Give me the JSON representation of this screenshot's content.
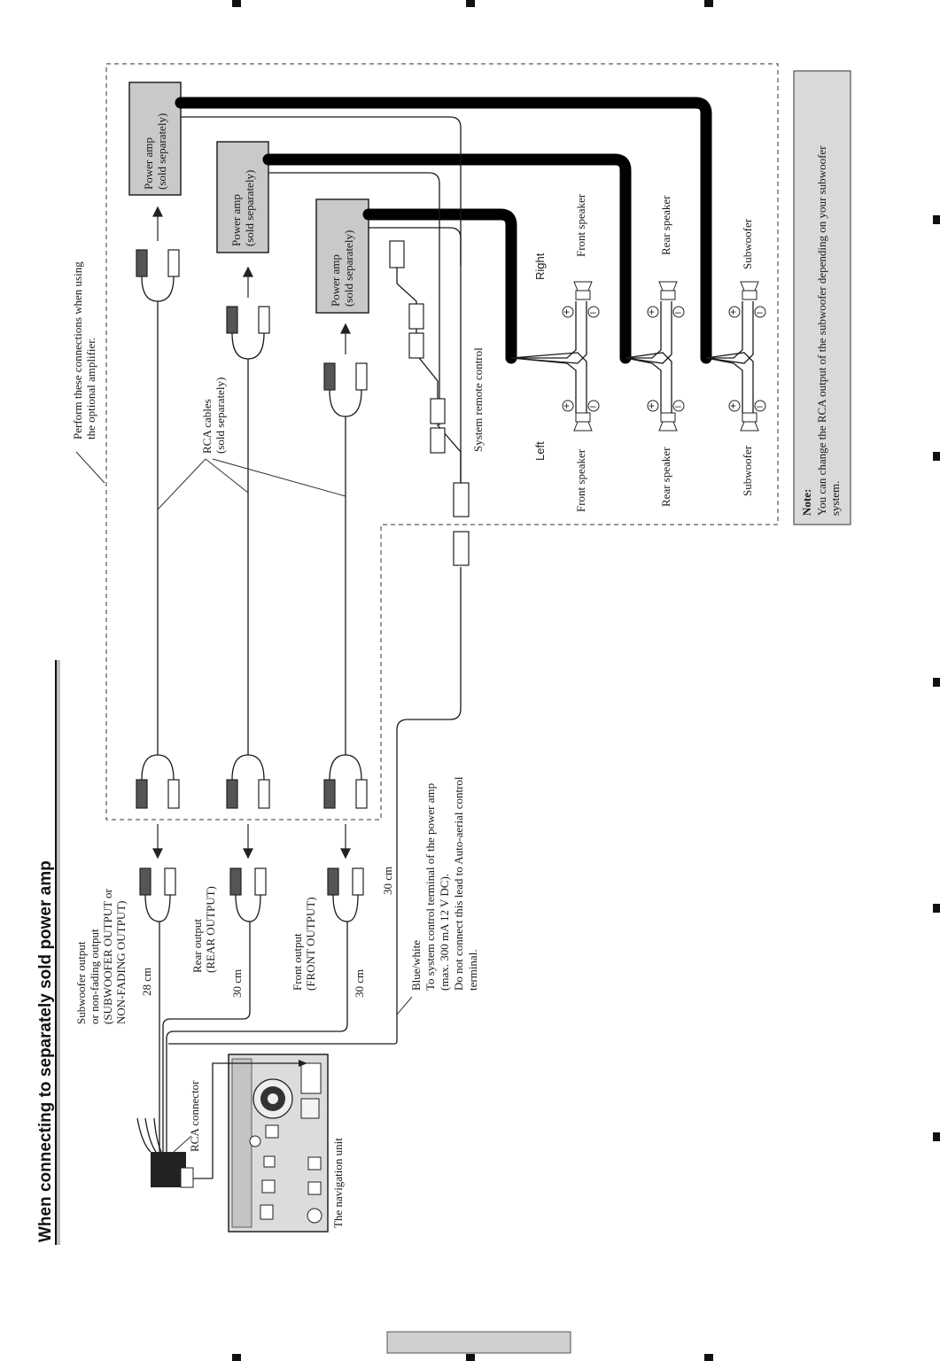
{
  "heading": "When connecting to separately sold power amp",
  "optional_note": [
    "Perform these connections when using",
    "the optional amplifier."
  ],
  "power_amp": [
    "Power amp",
    "(sold separately)"
  ],
  "rca_cables": [
    "RCA cables",
    "(sold separately)"
  ],
  "system_remote_control": "System remote control",
  "right": "Right",
  "left": "Left",
  "front_speaker": "Front speaker",
  "rear_speaker": "Rear speaker",
  "subwoofer": "Subwoofer",
  "note": {
    "title": "Note:",
    "lines": [
      "You can change the RCA output of the subwoofer depending on your subwoofer",
      "system."
    ]
  },
  "outputs": {
    "sub": [
      "Subwoofer output",
      "or non-fading output",
      "(SUBWOOFER OUTPUT or",
      "NON-FADING OUTPUT)"
    ],
    "rear": [
      "Rear output",
      "(REAR OUTPUT)"
    ],
    "front": [
      "Front output",
      "(FRONT OUTPUT)"
    ]
  },
  "lengths": {
    "sub": "28 cm",
    "rear": "30 cm",
    "front": "30 cm",
    "remote": "30 cm"
  },
  "blue_white": [
    "Blue/white",
    "To system control terminal of the power amp",
    "(max. 300 mA 12 V DC).",
    "Do not connect this lead to Auto-aerial control",
    "terminal."
  ],
  "rca_connector": "RCA connector",
  "nav_unit": "The navigation unit"
}
